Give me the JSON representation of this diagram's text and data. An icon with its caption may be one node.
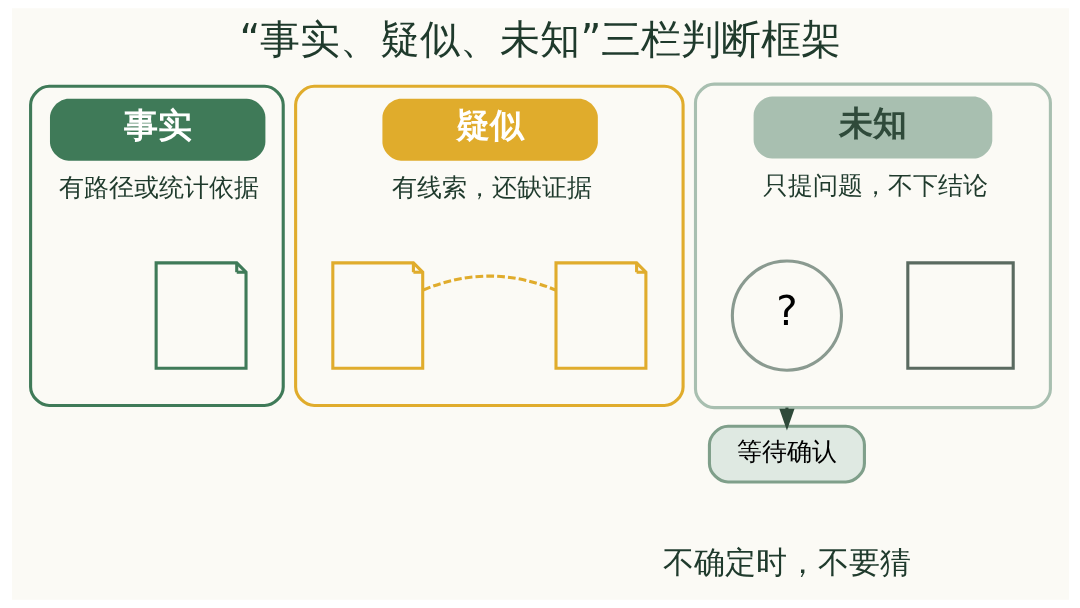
{
  "diagram": {
    "title": "“事实、疑似、未知”三栏判断框架",
    "caption": "不确定时，不要猜",
    "nodes": [
      {
        "text": [
          "事实",
          "有路径或统计依据"
        ]
      },
      {
        "text": [],
        "shape": "document",
        "in": 0
      },
      {
        "text": [
          "疑似",
          "有线索，还缺证据"
        ]
      },
      {
        "text": [],
        "shape": "document",
        "in": 2
      },
      {
        "text": [],
        "shape": "document",
        "in": 2
      },
      {
        "text": [
          "未知",
          "只提问题，不下结论"
        ]
      },
      {
        "text": [
          "?"
        ],
        "in": 5
      },
      {
        "text": [],
        "shape": "box",
        "in": 5
      },
      {
        "text": [
          "等待确认"
        ]
      }
    ],
    "edges": [
      {
        "from": 3,
        "to": 4,
        "arrow": "none",
        "style": "dashed",
        "color": "#e0ac2c"
      },
      {
        "from": 5,
        "to": 8,
        "arrow": "to",
        "style": "dashed",
        "color": "#2f4a3a"
      }
    ]
  }
}
